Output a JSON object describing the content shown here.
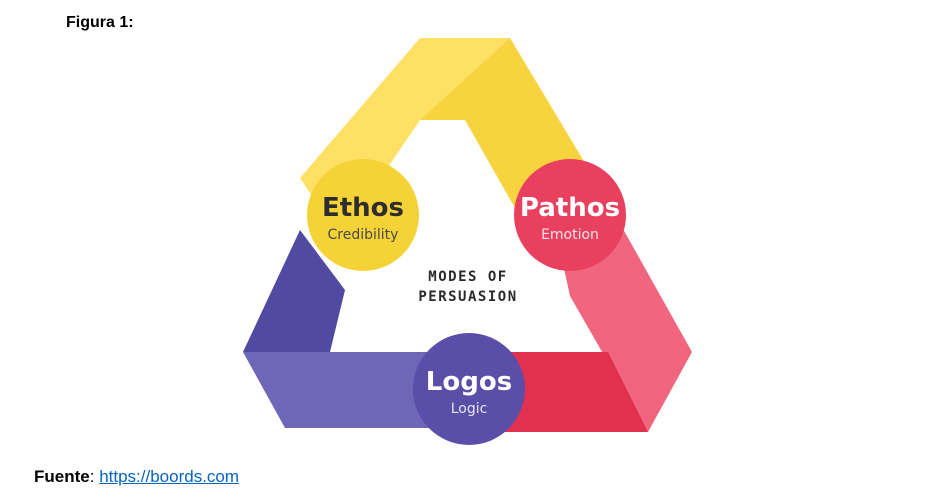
{
  "figure_label": "Figura 1:",
  "center_title": [
    "MODES OF",
    "PERSUASION"
  ],
  "nodes": [
    {
      "title": "Ethos",
      "subtitle": "Credibility",
      "color": "#f5d336"
    },
    {
      "title": "Pathos",
      "subtitle": "Emotion",
      "color": "#e8405e"
    },
    {
      "title": "Logos",
      "subtitle": "Logic",
      "color": "#5a4ea8"
    }
  ],
  "colors": {
    "yellow_light": "#fde064",
    "yellow_dark": "#f7d33d",
    "pink_light": "#f1667e",
    "pink_dark": "#e2304f",
    "purple_dark": "#504aa0",
    "purple_light": "#6e66b7"
  },
  "source": {
    "prefix": "Fuente",
    "separator": ": ",
    "link_text": "https://boords.com"
  }
}
